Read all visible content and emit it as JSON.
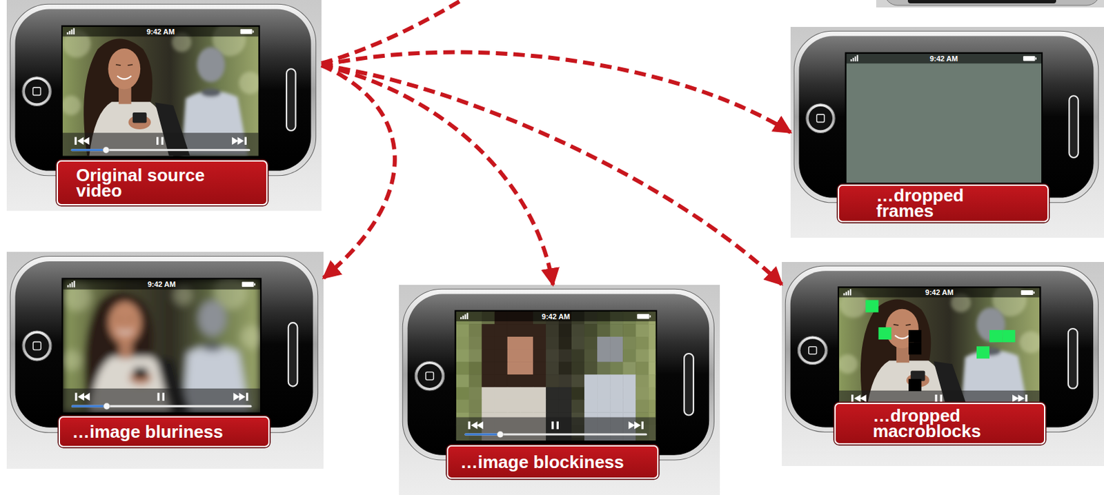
{
  "diagram": {
    "nodes": [
      {
        "text": [
          "9:42 AM"
        ]
      },
      {
        "text": [
          "Original source video"
        ],
        "in": 0
      },
      {
        "text": [
          "9:42 AM"
        ]
      },
      {
        "text": [
          "…dropped frames"
        ],
        "in": 2
      },
      {
        "text": [
          "9:42 AM"
        ]
      },
      {
        "text": [
          "…image bluriness"
        ],
        "in": 4
      },
      {
        "text": [
          "9:42 AM"
        ]
      },
      {
        "text": [
          "…image blockiness"
        ],
        "in": 6
      },
      {
        "text": [
          "9:42 AM"
        ]
      },
      {
        "text": [
          "…dropped macroblocks"
        ],
        "in": 8
      }
    ],
    "edges": [
      {
        "from": 0,
        "to": 2,
        "arrow": "to"
      },
      {
        "from": 0,
        "to": 4,
        "arrow": "to"
      },
      {
        "from": 0,
        "to": 6,
        "arrow": "to"
      },
      {
        "from": 0,
        "to": 8,
        "arrow": "to"
      }
    ]
  }
}
